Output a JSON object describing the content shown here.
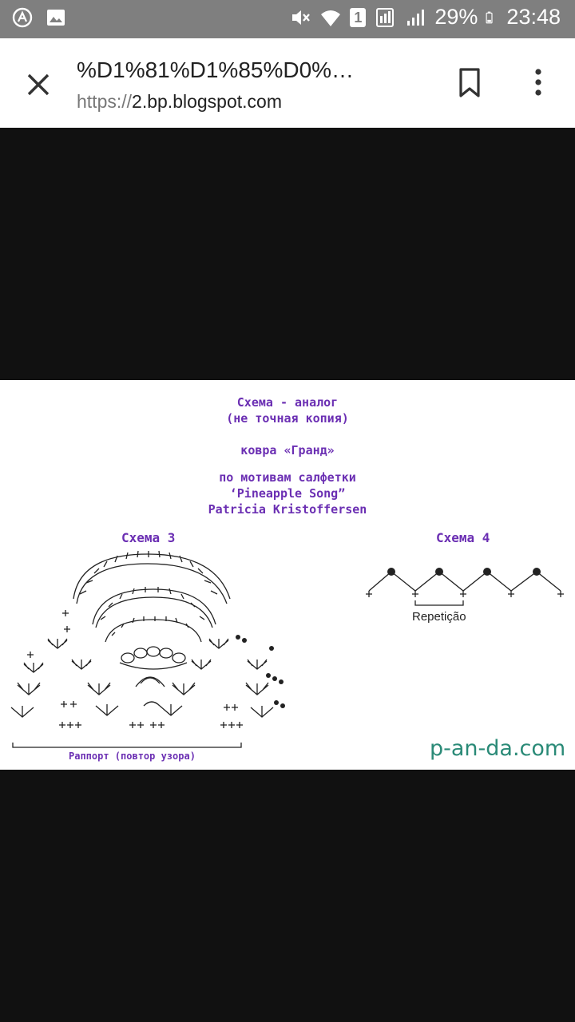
{
  "status_bar": {
    "battery": "29%",
    "time": "23:48",
    "sim_slot": "1",
    "icons": [
      "app-icon",
      "image-icon",
      "mute-icon",
      "wifi-icon",
      "sim-icon",
      "signal-icon",
      "battery-icon"
    ]
  },
  "toolbar": {
    "title": "%D1%81%D1%85%D0%…",
    "url_scheme": "https://",
    "url_host": "2.bp.blogspot.com",
    "icons": [
      "close-icon",
      "bookmark-icon",
      "more-vert-icon"
    ]
  },
  "image": {
    "lines": [
      "Схема - аналог",
      "(не точная копия)",
      "ковра «Гранд»",
      "по мотивам салфетки",
      "‘Pineapple Song”",
      "Patricia Kristoffersen"
    ],
    "schema3": "Схема 3",
    "schema4": "Схема 4",
    "repetition": "Repetição",
    "rapport": "Раппорт (повтор узора)",
    "watermark": "p-an-da.com",
    "text_color": "#6b2fb3",
    "watermark_color": "#2a8a77"
  }
}
